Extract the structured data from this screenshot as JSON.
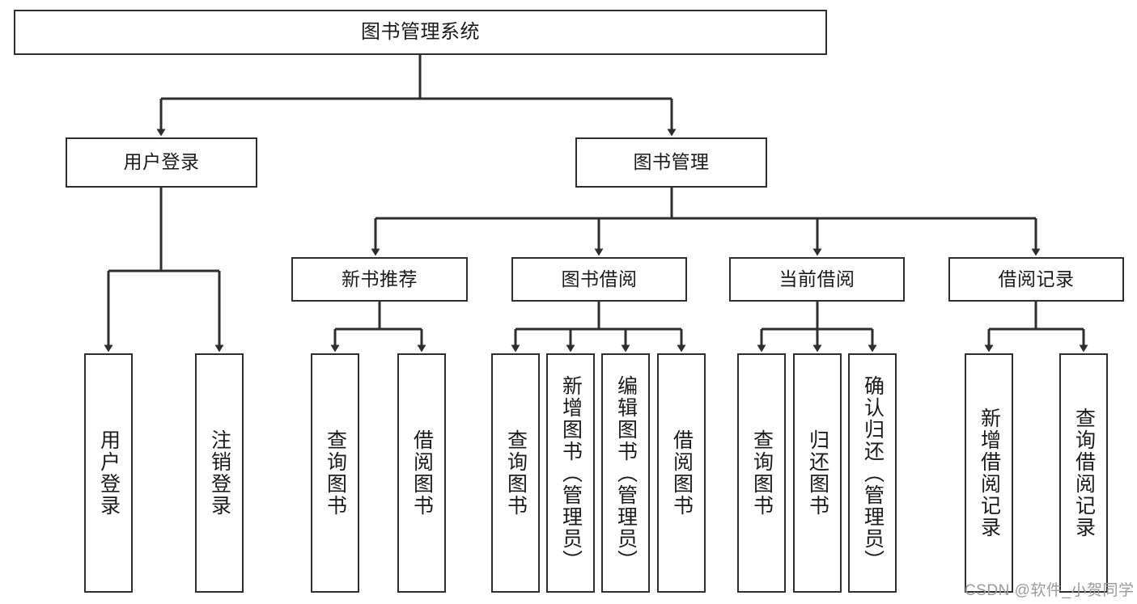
{
  "diagram": {
    "type": "tree-hierarchy",
    "title": "图书管理系统",
    "nodes": {
      "root": {
        "label": "图书管理系统"
      },
      "level1": [
        {
          "id": "user-login",
          "label": "用户登录"
        },
        {
          "id": "book-management",
          "label": "图书管理"
        }
      ],
      "level2": [
        {
          "id": "new-book-recommend",
          "label": "新书推荐"
        },
        {
          "id": "book-borrow",
          "label": "图书借阅"
        },
        {
          "id": "current-borrow",
          "label": "当前借阅"
        },
        {
          "id": "borrow-record",
          "label": "借阅记录"
        }
      ],
      "leaves": [
        {
          "id": "leaf-user-login",
          "parent": "user-login",
          "label": "用户登录"
        },
        {
          "id": "leaf-logout",
          "parent": "user-login",
          "label": "注销登录"
        },
        {
          "id": "leaf-query-book-1",
          "parent": "new-book-recommend",
          "label": "查询图书"
        },
        {
          "id": "leaf-borrow-book-1",
          "parent": "new-book-recommend",
          "label": "借阅图书"
        },
        {
          "id": "leaf-query-book-2",
          "parent": "book-borrow",
          "label": "查询图书"
        },
        {
          "id": "leaf-add-book",
          "parent": "book-borrow",
          "label": "新增图书（管理员）"
        },
        {
          "id": "leaf-edit-book",
          "parent": "book-borrow",
          "label": "编辑图书（管理员）"
        },
        {
          "id": "leaf-borrow-book-2",
          "parent": "book-borrow",
          "label": "借阅图书"
        },
        {
          "id": "leaf-query-book-3",
          "parent": "current-borrow",
          "label": "查询图书"
        },
        {
          "id": "leaf-return-book",
          "parent": "current-borrow",
          "label": "归还图书"
        },
        {
          "id": "leaf-confirm-return",
          "parent": "current-borrow",
          "label": "确认归还（管理员）"
        },
        {
          "id": "leaf-add-record",
          "parent": "borrow-record",
          "label": "新增借阅记录"
        },
        {
          "id": "leaf-query-record",
          "parent": "borrow-record",
          "label": "查询借阅记录"
        }
      ]
    },
    "colors": {
      "stroke": "#2e2e2e",
      "fill": "#ffffff",
      "text": "#1b1b1b",
      "watermark": "#9b9b9b"
    }
  },
  "watermark": {
    "text": "CSDN @软件_小贺同学"
  }
}
